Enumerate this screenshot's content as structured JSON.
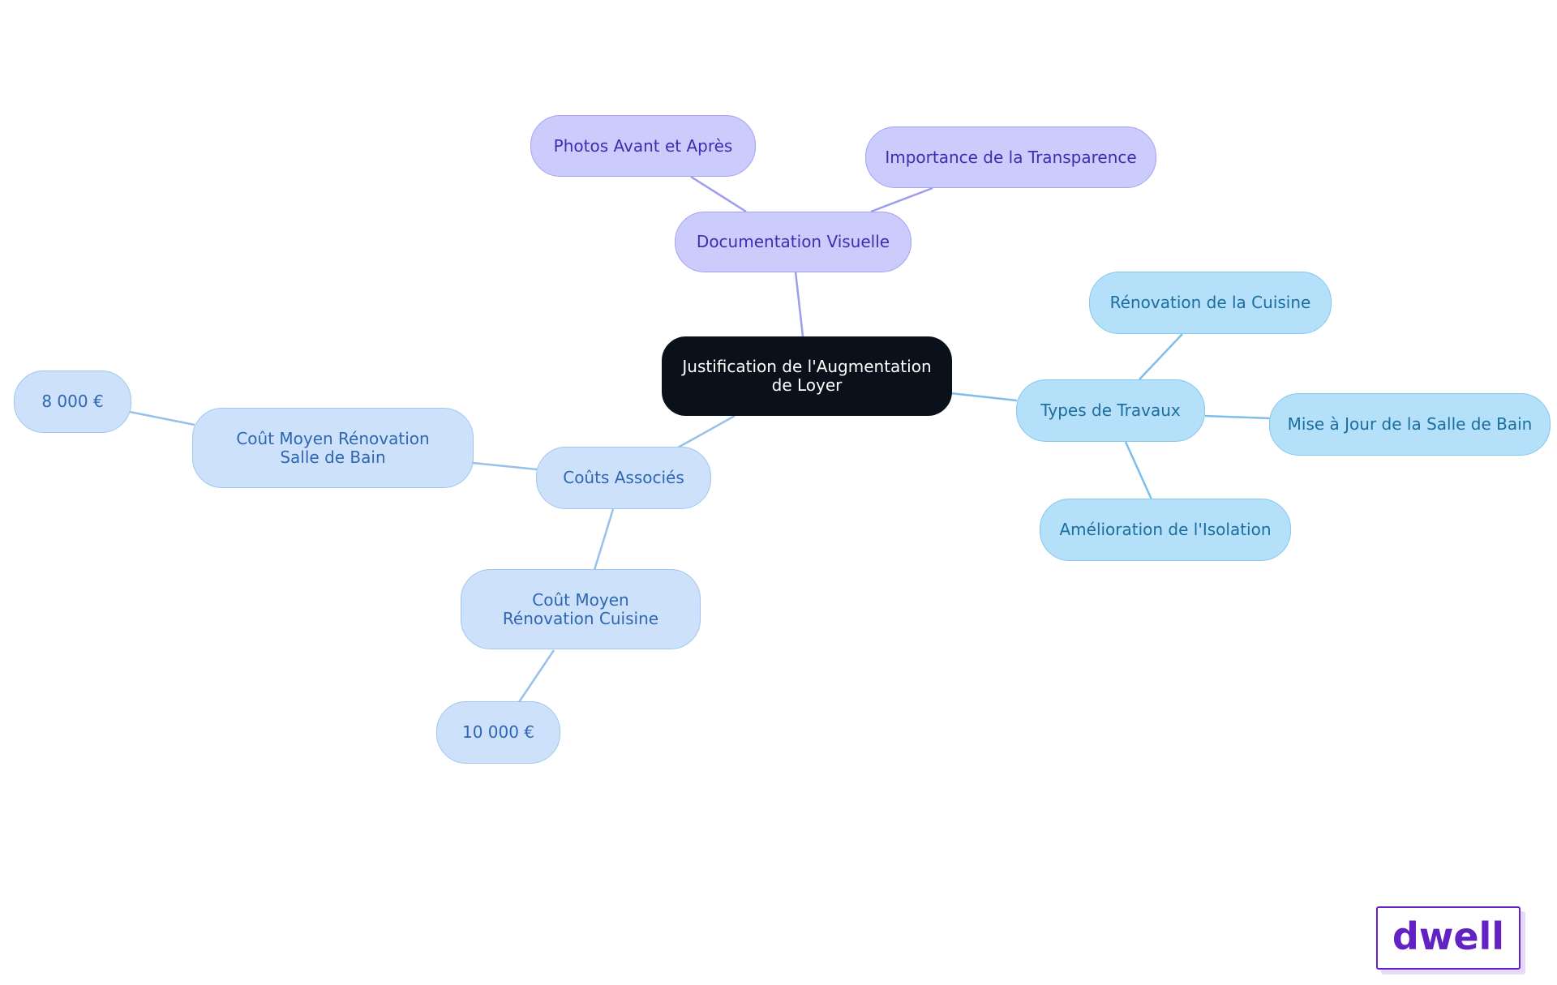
{
  "mindmap": {
    "root": "Justification de l'Augmentation de Loyer",
    "documentation": {
      "label": "Documentation Visuelle",
      "children": [
        "Photos Avant et Après",
        "Importance de la Transparence"
      ]
    },
    "travaux": {
      "label": "Types de Travaux",
      "children": [
        "Rénovation de la Cuisine",
        "Mise à Jour de la Salle de Bain",
        "Amélioration de l'Isolation"
      ]
    },
    "couts": {
      "label": "Coûts Associés",
      "salle_de_bain": {
        "label": "Coût Moyen Rénovation Salle de Bain",
        "value": "8 000 €"
      },
      "cuisine": {
        "label": "Coût Moyen Rénovation Cuisine",
        "value": "10 000 €"
      }
    }
  },
  "logo": {
    "text": "dwell",
    "color": "#6322c4"
  },
  "colors": {
    "root_bg": "#0b111a",
    "purple_branch": "#cbcbfc",
    "sky_branch": "#b5e0fa",
    "blue_branch": "#cde2fa"
  }
}
